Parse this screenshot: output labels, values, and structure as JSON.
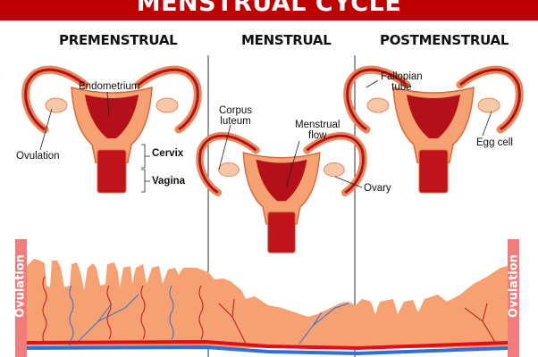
{
  "title": "MENSTRUAL CYCLE",
  "phases": [
    "PREMENSTRUAL",
    "MENSTRUAL",
    "POSTMENSTRUAL"
  ],
  "labels": {
    "endometrium": "Endometrium",
    "ovulation": "Ovulation",
    "cervix": "Cervix",
    "vagina": "Vagina",
    "corpus_luteum": [
      "Corpus",
      "luteum"
    ],
    "menstrual_flow": [
      "Menstrual",
      "flow"
    ],
    "ovary": "Ovary",
    "fallopian_tube": [
      "Fallopian",
      "tube"
    ],
    "egg_cell": "Egg cell"
  },
  "side_labels": {
    "left": "Ovulation",
    "right": "Ovulation"
  },
  "colors": {
    "header": "#c00000",
    "tissue": "#f5a172",
    "blood": "#b3101a",
    "vein": "#2f6fd6",
    "ovulation_bar": "#f47b7b"
  }
}
